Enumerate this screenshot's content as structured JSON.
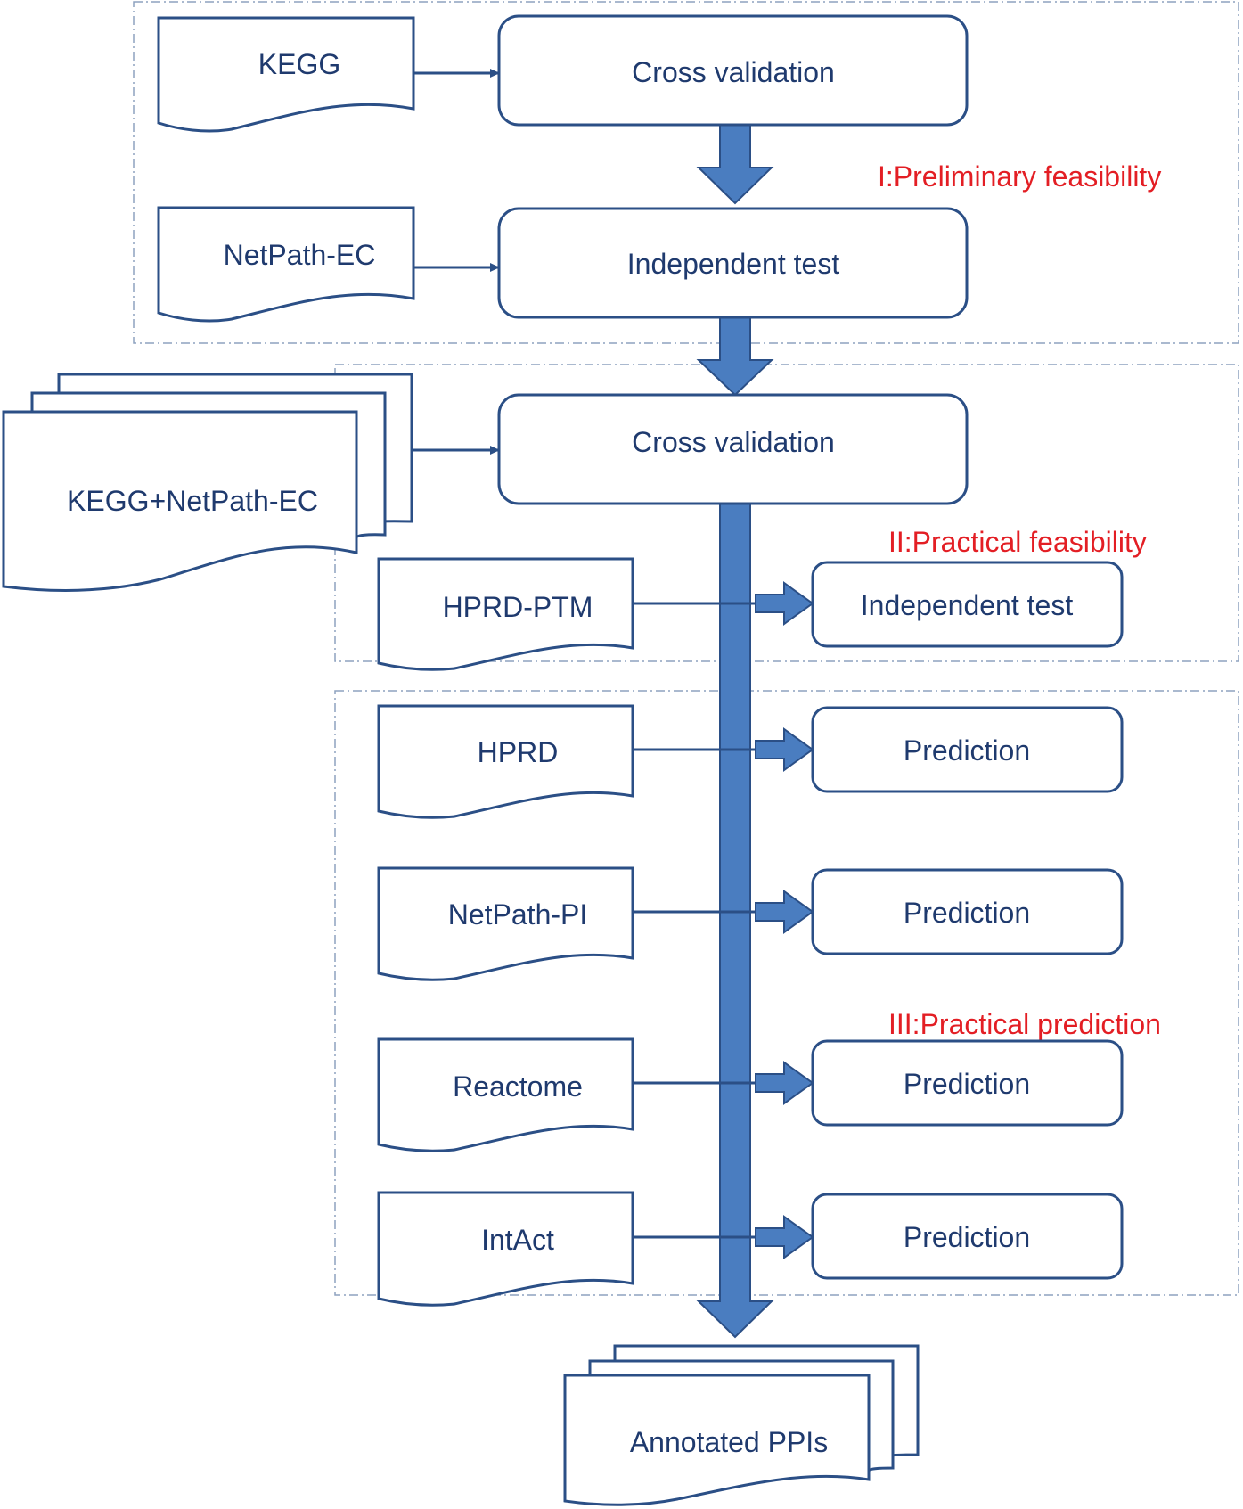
{
  "phases": {
    "phase1": "I:Preliminary feasibility",
    "phase2": "II:Practical feasibility",
    "phase3": "III:Practical prediction"
  },
  "sources": {
    "kegg": "KEGG",
    "netpath_ec": "NetPath-EC",
    "kegg_netpath_ec": "KEGG+NetPath-EC",
    "hprd_ptm": "HPRD-PTM",
    "hprd": "HPRD",
    "netpath_pi": "NetPath-PI",
    "reactome": "Reactome",
    "intact": "IntAct"
  },
  "processes": {
    "cross_validation_1": "Cross validation",
    "independent_test_1": "Independent test",
    "cross_validation_2": "Cross validation",
    "independent_test_2": "Independent test",
    "prediction_1": "Prediction",
    "prediction_2": "Prediction",
    "prediction_3": "Prediction",
    "prediction_4": "Prediction"
  },
  "output": {
    "annotated_ppis": "Annotated PPIs"
  },
  "colors": {
    "arrow_fill": "#4a7dc0",
    "stroke": "#2b4f86",
    "text": "#1f3a6e",
    "phase_text": "#e31e24"
  }
}
